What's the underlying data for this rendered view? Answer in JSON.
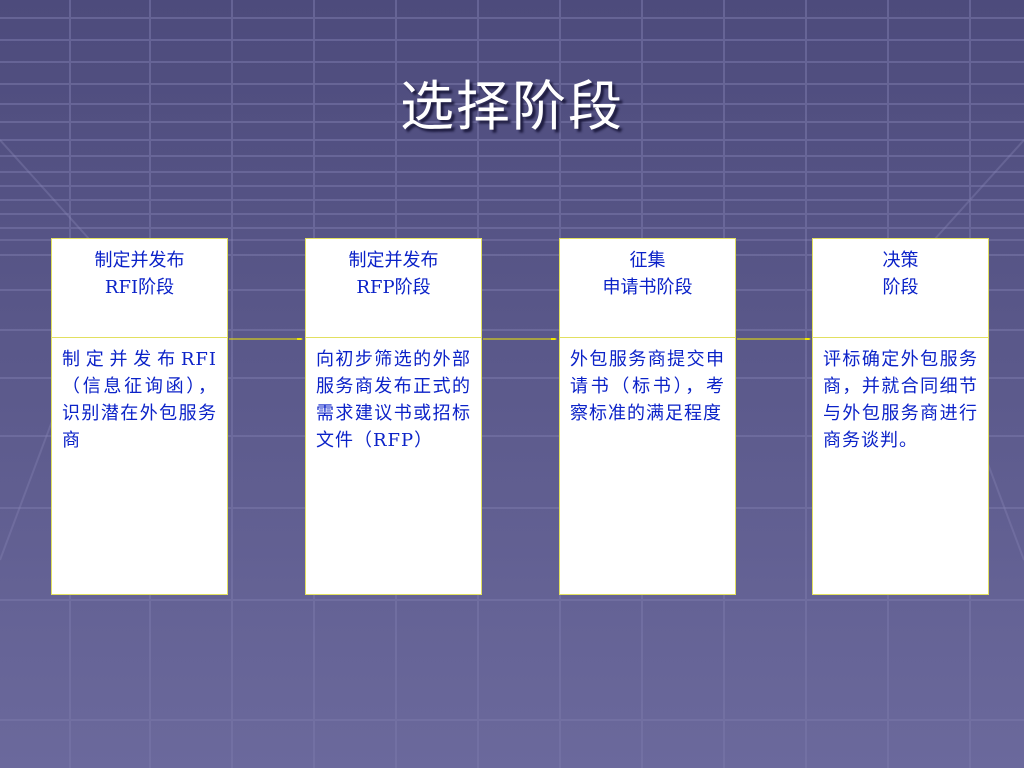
{
  "slide": {
    "title": "选择阶段"
  },
  "stages": [
    {
      "head_line1": "制定并发布",
      "head_line2": "RFI阶段",
      "body": "制定并发布RFI（信息征询函），识别潜在外包服务商"
    },
    {
      "head_line1": "制定并发布",
      "head_line2": "RFP阶段",
      "body": "向初步筛选的外部服务商发布正式的需求建议书或招标文件（RFP）"
    },
    {
      "head_line1": "征集",
      "head_line2": "申请书阶段",
      "body": "外包服务商提交申请书（标书），考察标准的满足程度"
    },
    {
      "head_line1": "决策",
      "head_line2": "阶段",
      "body": "评标确定外包服务商，并就合同细节与外包服务商进行商务谈判。"
    }
  ],
  "colors": {
    "background": "#5c5a8c",
    "card_text": "#0b22c8",
    "card_border": "#e2e060",
    "arrow": "#f0e800"
  }
}
